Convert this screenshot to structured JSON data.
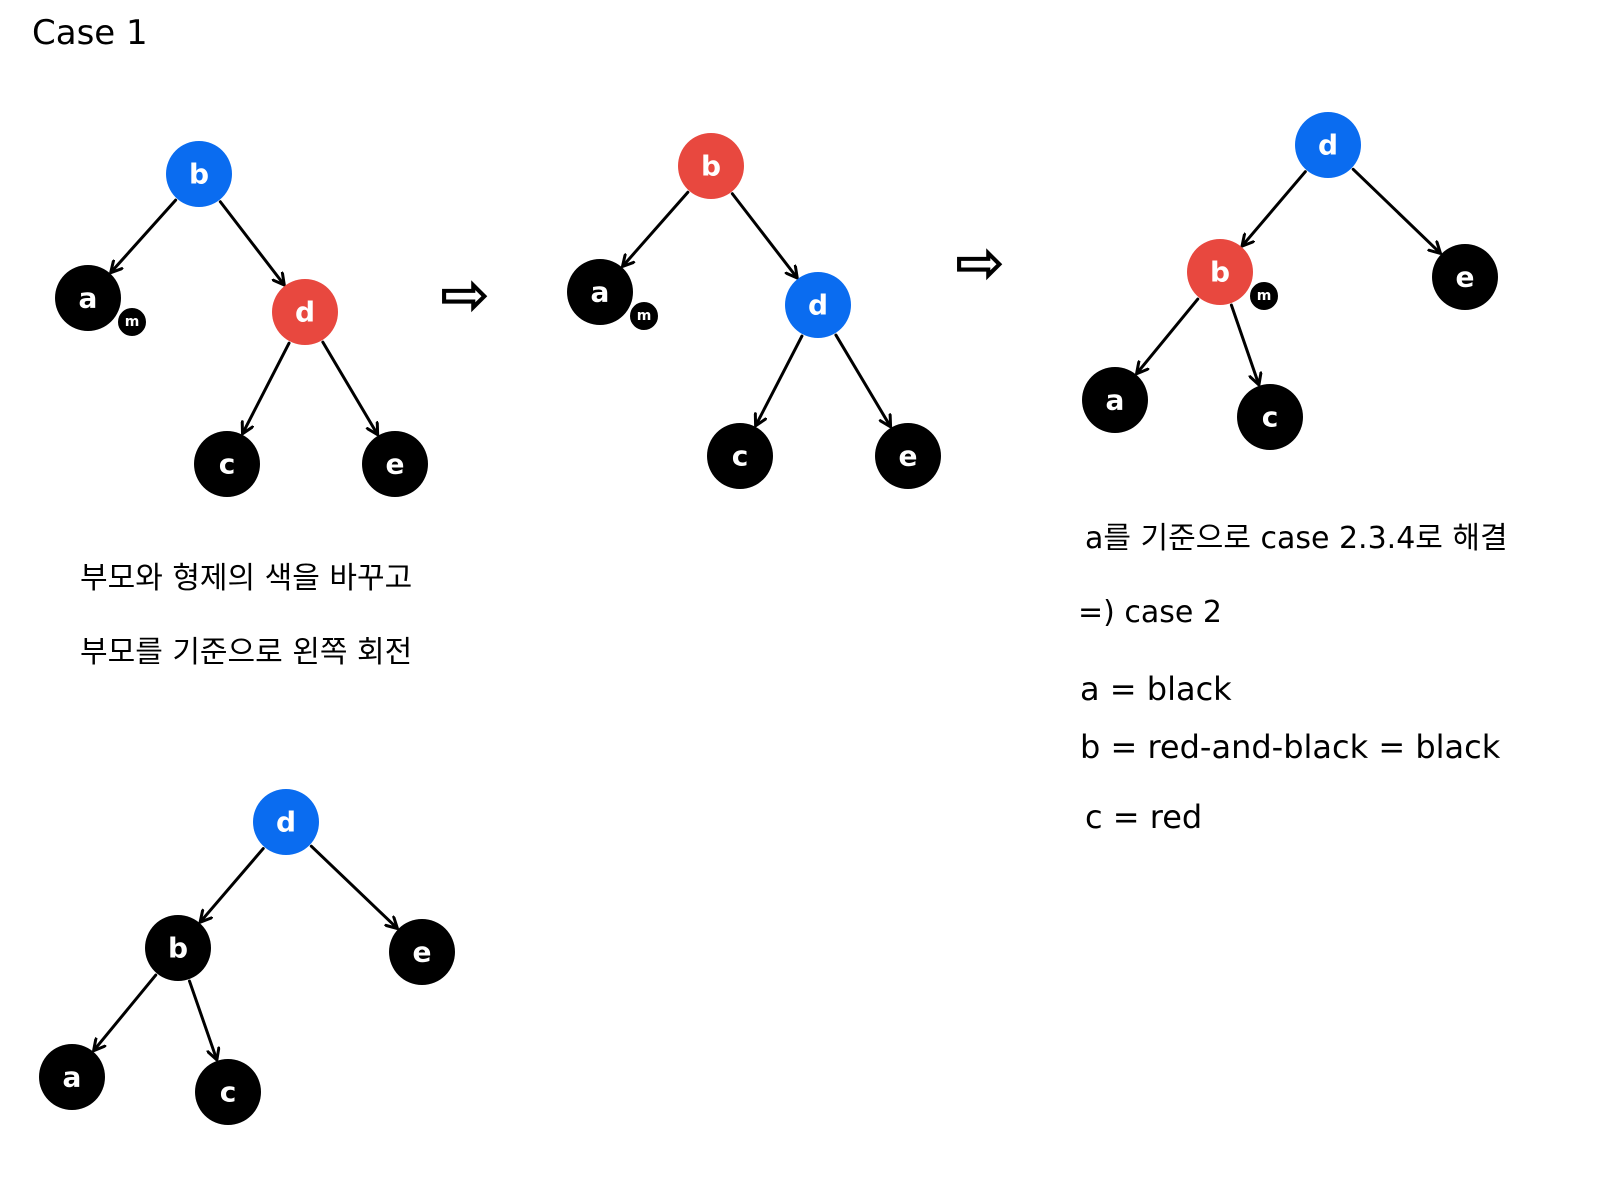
{
  "title": "Case 1",
  "colors": {
    "black": "#000000",
    "red": "#e8483f",
    "blue": "#0a6cf0",
    "white": "#ffffff"
  },
  "arrow_glyph": "⇨",
  "diagrams": [
    {
      "id": "tree-step-1",
      "nodes": [
        {
          "id": "b",
          "label": "b",
          "color": "blue"
        },
        {
          "id": "a",
          "label": "a",
          "color": "black",
          "badge": "m"
        },
        {
          "id": "d",
          "label": "d",
          "color": "red"
        },
        {
          "id": "c",
          "label": "c",
          "color": "black"
        },
        {
          "id": "e",
          "label": "e",
          "color": "black"
        }
      ],
      "edges": [
        [
          "b",
          "a"
        ],
        [
          "b",
          "d"
        ],
        [
          "d",
          "c"
        ],
        [
          "d",
          "e"
        ]
      ]
    },
    {
      "id": "tree-step-2",
      "nodes": [
        {
          "id": "b",
          "label": "b",
          "color": "red"
        },
        {
          "id": "a",
          "label": "a",
          "color": "black",
          "badge": "m"
        },
        {
          "id": "d",
          "label": "d",
          "color": "blue"
        },
        {
          "id": "c",
          "label": "c",
          "color": "black"
        },
        {
          "id": "e",
          "label": "e",
          "color": "black"
        }
      ],
      "edges": [
        [
          "b",
          "a"
        ],
        [
          "b",
          "d"
        ],
        [
          "d",
          "c"
        ],
        [
          "d",
          "e"
        ]
      ]
    },
    {
      "id": "tree-step-3",
      "nodes": [
        {
          "id": "d",
          "label": "d",
          "color": "blue"
        },
        {
          "id": "b",
          "label": "b",
          "color": "red",
          "badge": "m"
        },
        {
          "id": "e",
          "label": "e",
          "color": "black"
        },
        {
          "id": "a",
          "label": "a",
          "color": "black"
        },
        {
          "id": "c",
          "label": "c",
          "color": "black"
        }
      ],
      "edges": [
        [
          "d",
          "b"
        ],
        [
          "d",
          "e"
        ],
        [
          "b",
          "a"
        ],
        [
          "b",
          "c"
        ]
      ]
    },
    {
      "id": "tree-step-4",
      "nodes": [
        {
          "id": "d",
          "label": "d",
          "color": "blue"
        },
        {
          "id": "b",
          "label": "b",
          "color": "black"
        },
        {
          "id": "e",
          "label": "e",
          "color": "black"
        },
        {
          "id": "a",
          "label": "a",
          "color": "black"
        },
        {
          "id": "c",
          "label": "c",
          "color": "black"
        }
      ],
      "edges": [
        [
          "d",
          "b"
        ],
        [
          "d",
          "e"
        ],
        [
          "b",
          "a"
        ],
        [
          "b",
          "c"
        ]
      ]
    }
  ],
  "notes_left": [
    "부모와 형제의 색을 바꾸고",
    "부모를 기준으로 왼쪽 회전"
  ],
  "notes_right": [
    "a를 기준으로 case 2.3.4로 해결",
    "=) case 2",
    "a = black",
    "b = red-and-black = black",
    "c = red"
  ]
}
